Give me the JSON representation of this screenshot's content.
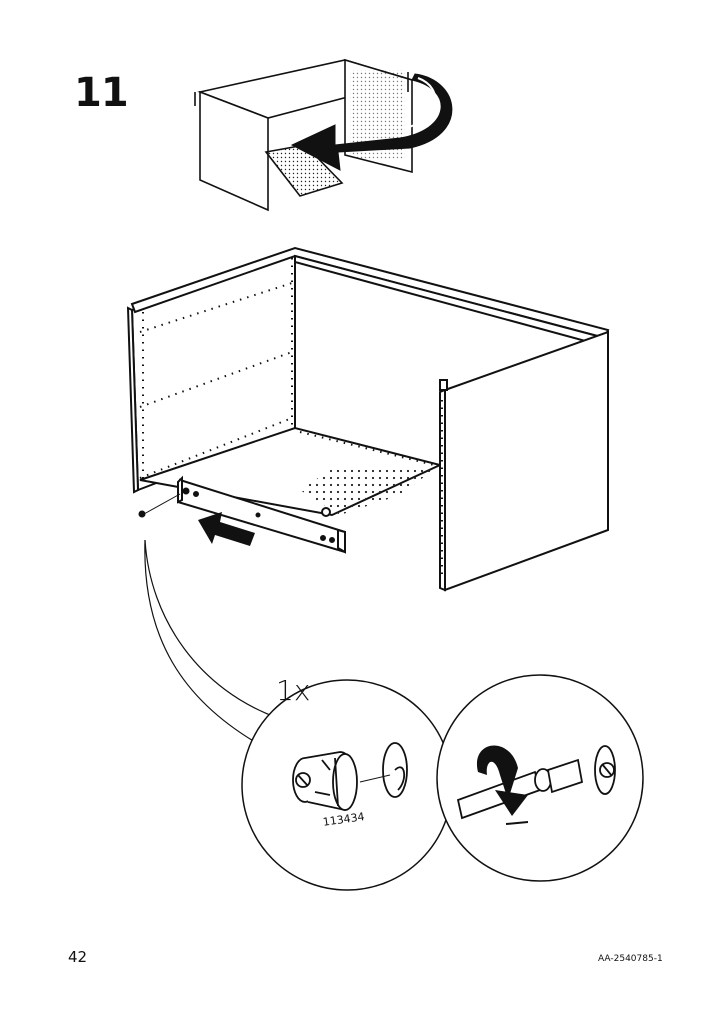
{
  "step": {
    "number": "11"
  },
  "callout": {
    "quantity": "1x",
    "part_number": "113434"
  },
  "footer": {
    "page_number": "42",
    "document_code": "AA-2540785-1"
  },
  "icons": [
    "cabinet-overview",
    "rotate-arrow",
    "push-arrow",
    "cam-lock",
    "screwdriver-turn-arrow"
  ]
}
